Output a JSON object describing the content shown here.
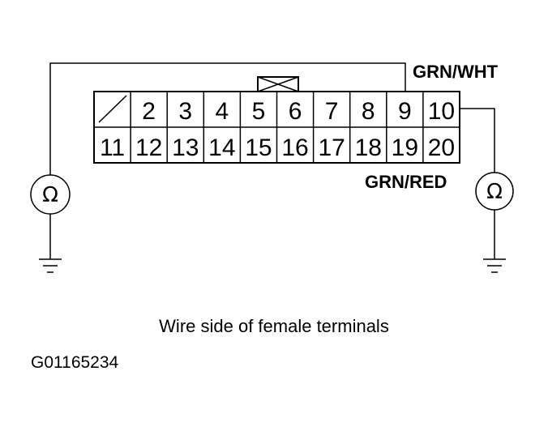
{
  "connector": {
    "top_row": [
      "",
      "2",
      "3",
      "4",
      "5",
      "6",
      "7",
      "8",
      "9",
      "10"
    ],
    "bottom_row": [
      "11",
      "12",
      "13",
      "14",
      "15",
      "16",
      "17",
      "18",
      "19",
      "20"
    ]
  },
  "wires": {
    "upper": "GRN/WHT",
    "lower": "GRN/RED"
  },
  "meters": {
    "left_symbol": "Ω",
    "right_symbol": "Ω"
  },
  "caption": "Wire side of female terminals",
  "figure_id": "G01165234"
}
